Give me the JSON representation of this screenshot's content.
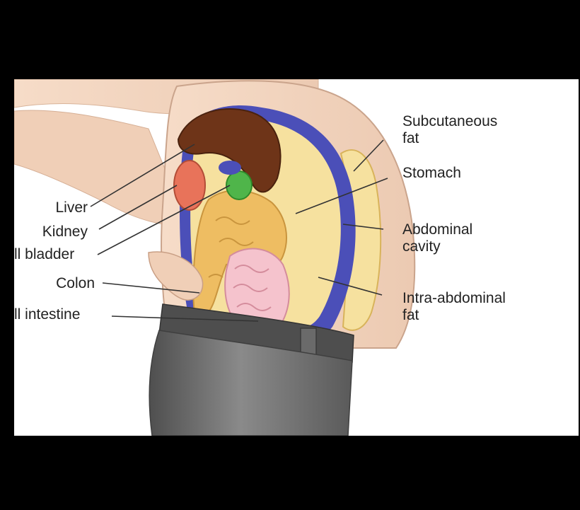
{
  "labels": {
    "subcutaneous_fat": [
      "Subcutaneous",
      "fat"
    ],
    "stomach": "Stomach",
    "abdominal_cavity": [
      "Abdominal",
      "cavity"
    ],
    "intra_abdominal_fat": [
      "Intra-abdominal",
      "fat"
    ],
    "liver": "Liver",
    "kidney": "Kidney",
    "gall_bladder": "ll bladder",
    "colon": "Colon",
    "small_intestine": "ll intestine"
  },
  "colors": {
    "letterbox": "#000000",
    "skin": "#f1d3bd",
    "fat": "#f6e19f",
    "cavity_lining": "#4b4fb8",
    "liver": "#6e3418",
    "kidney": "#e8735a",
    "gall_bladder": "#4fb54a",
    "intestine": "#f5c3cd",
    "colon": "#eebd62",
    "pants": "#5f5f5f"
  }
}
